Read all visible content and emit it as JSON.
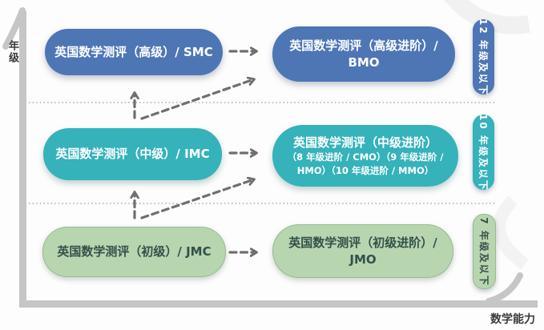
{
  "diagram": {
    "y_axis_label": "年级",
    "x_axis_label": "数学能力",
    "levels": [
      {
        "name": "senior",
        "color": "#4e76b5",
        "base": {
          "label": "英国数学测评（高级）/ SMC"
        },
        "followup": {
          "line1": "英国数学测评（高级进阶）/",
          "line2": "BMO"
        },
        "grade_badge": "12 年级及以下"
      },
      {
        "name": "intermediate",
        "color": "#35b2ba",
        "base": {
          "label": "英国数学测评（中级）/ IMC"
        },
        "followup": {
          "line1": "英国数学测评（中级进阶）",
          "line2": "（8 年级进阶 / CMO）（9 年级进阶 /",
          "line3": "HMO）（10 年级进阶 / MMO）"
        },
        "grade_badge": "10 年级及以下"
      },
      {
        "name": "junior",
        "color": "#b7d5af",
        "base": {
          "label": "英国数学测评（初级）/ JMC"
        },
        "followup": {
          "line1": "英国数学测评（初级进阶）/",
          "line2": "JMO"
        },
        "grade_badge": "7 年级及以下"
      }
    ],
    "style": {
      "arrow_color": "#6f6f6f",
      "axis_color": "#c6c6c6",
      "separator_color": "#a0a0a0"
    }
  }
}
